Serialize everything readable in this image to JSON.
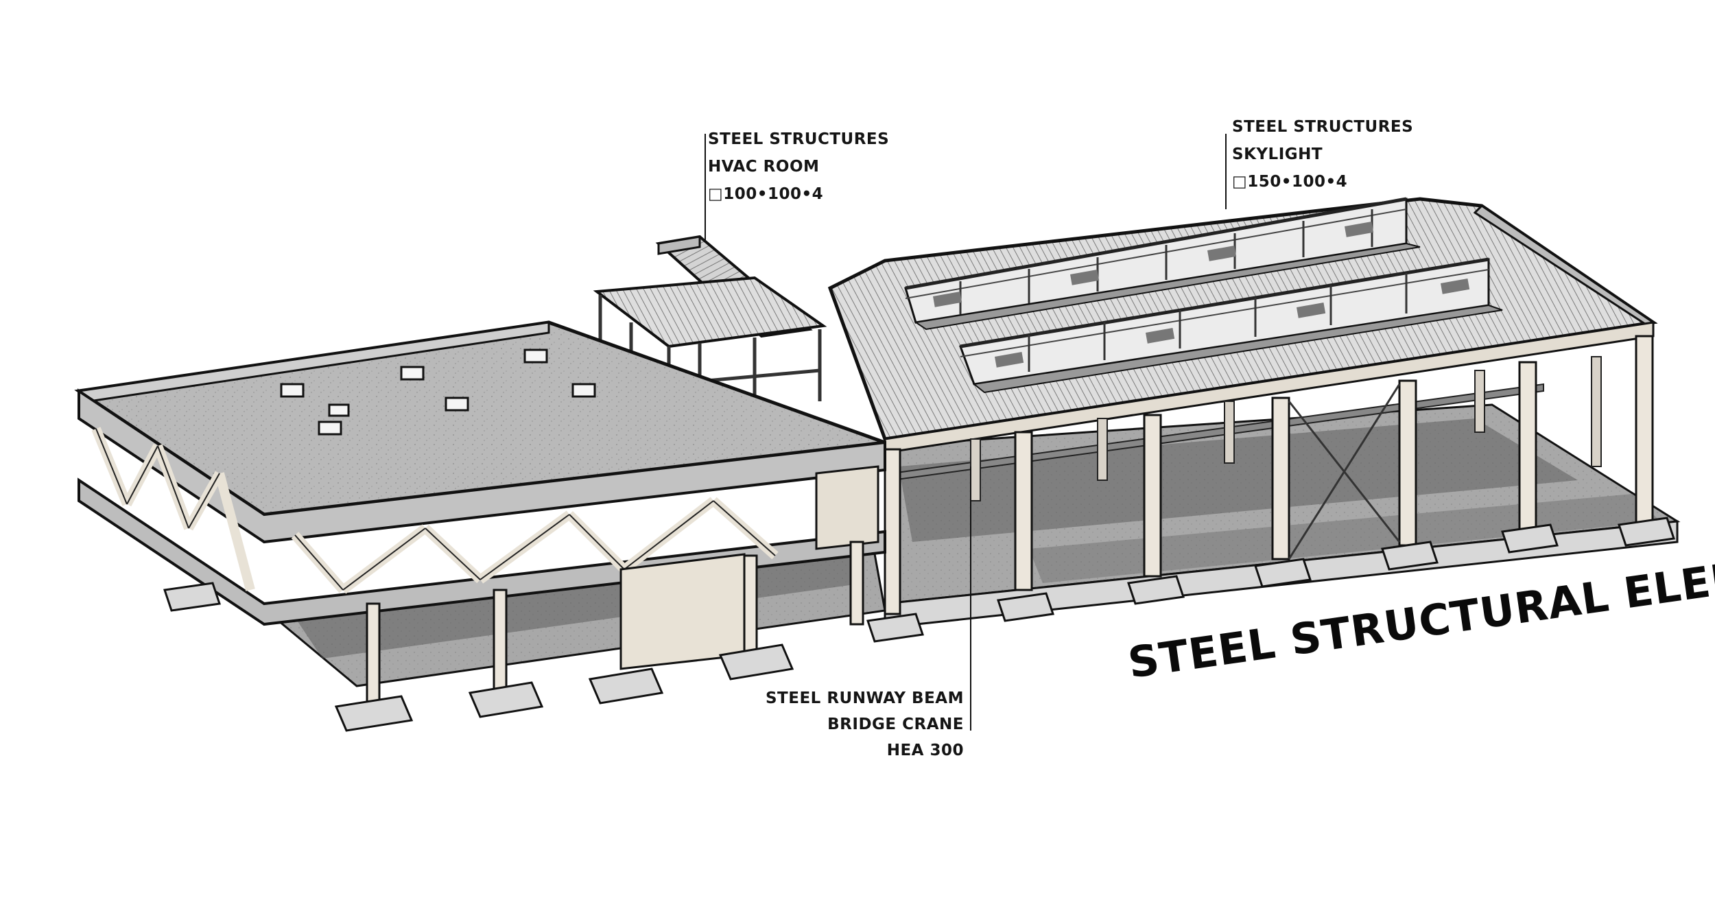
{
  "diagram": {
    "title": "STEEL STRUCTURAL ELEMENTS",
    "annotations": [
      {
        "id": "hvac",
        "lines": [
          "STEEL STRUCTURES",
          "HVAC ROOM",
          "□100•100•4"
        ]
      },
      {
        "id": "skylight",
        "lines": [
          "STEEL STRUCTURES",
          "SKYLIGHT",
          "□150•100•4"
        ]
      },
      {
        "id": "runway",
        "lines": [
          "STEEL RUNWAY BEAM",
          "BRIDGE CRANE",
          "HEA 300"
        ]
      }
    ],
    "colors": {
      "outline": "#111111",
      "concrete": "#c9c9c9",
      "concrete_dark": "#9a9a9a",
      "steel_member": "#ece6dc",
      "shadow": "#6a6a6a",
      "floor": "#a9a9a9",
      "roof_metal": "#d9d9d9"
    }
  }
}
